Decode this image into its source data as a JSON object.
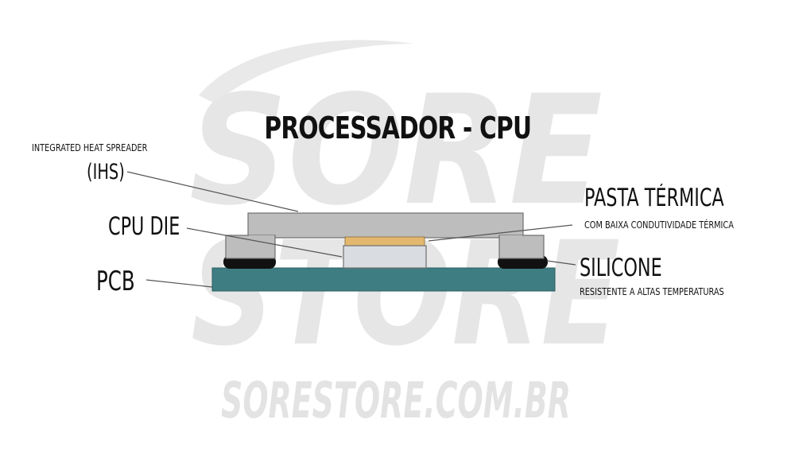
{
  "title": "PROCESSADOR - CPU",
  "watermark": {
    "logo_word_1": "SORE",
    "logo_word_2": "STORE",
    "url": "SORESTORE.COM.BR"
  },
  "labels": {
    "ihs_caption": "INTEGRATED HEAT SPREADER",
    "ihs": "(IHS)",
    "cpu_die": "CPU DIE",
    "pcb": "PCB",
    "thermal_paste": "PASTA TÉRMICA",
    "thermal_paste_note": "COM BAIXA CONDUTIVIDADE TÉRMICA",
    "silicone": "SILICONE",
    "silicone_note": "RESISTENTE A ALTAS TEMPERATURAS"
  },
  "colors": {
    "pcb": "#3e7d82",
    "ihs": "#bdbdbd",
    "ihs_stroke": "#6f6f6f",
    "die": "#d9dce0",
    "paste": "#e3b86e",
    "silicone": "#111111",
    "watermark": "#e6e6e6",
    "leader": "#555555"
  }
}
